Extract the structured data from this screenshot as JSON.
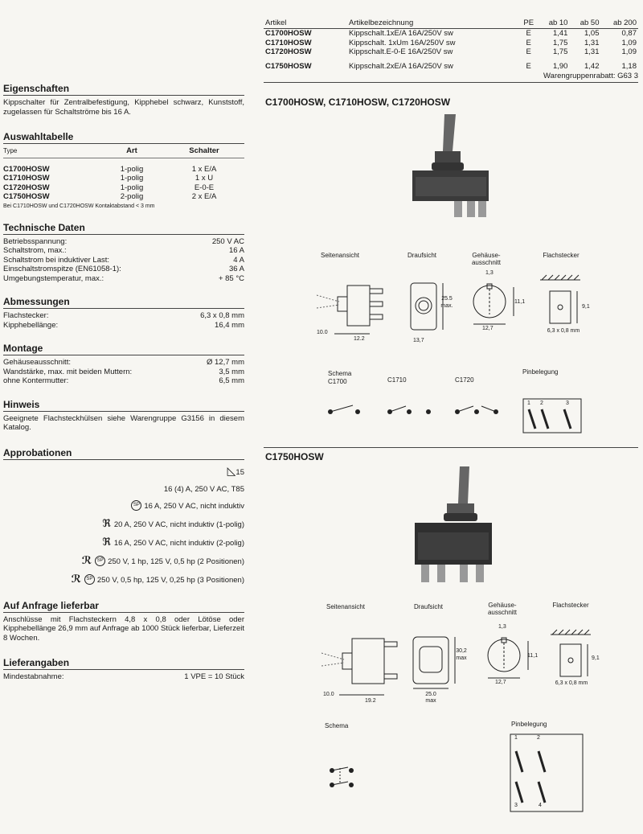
{
  "left": {
    "eigenschaften": {
      "title": "Eigenschaften",
      "text": "Kippschalter für Zentralbefestigung, Kipphebel schwarz, Kunststoff, zugelassen für Schaltströme bis 16 A."
    },
    "auswahl": {
      "title": "Auswahltabelle",
      "headers": [
        "Type",
        "Art",
        "Schalter"
      ],
      "rows": [
        [
          "C1700HOSW",
          "1-polig",
          "1 x E/A"
        ],
        [
          "C1710HOSW",
          "1-polig",
          "1 x U"
        ],
        [
          "C1720HOSW",
          "1-polig",
          "E-0-E"
        ],
        [
          "C1750HOSW",
          "2-polig",
          "2 x E/A"
        ]
      ],
      "note": "Bei C1710HOSW und C1720HOSW Kontaktabstand < 3 mm"
    },
    "technische": {
      "title": "Technische Daten",
      "rows": [
        [
          "Betriebsspannung:",
          "250 V AC"
        ],
        [
          "Schaltstrom, max.:",
          "16 A"
        ],
        [
          "Schaltstrom bei induktiver Last:",
          "4 A"
        ],
        [
          "Einschaltstromspitze (EN61058-1):",
          "36 A"
        ],
        [
          "Umgebungstemperatur, max.:",
          "+ 85 °C"
        ]
      ]
    },
    "abmessungen": {
      "title": "Abmessungen",
      "rows": [
        [
          "Flachstecker:",
          "6,3 x 0,8 mm"
        ],
        [
          "Kipphebellänge:",
          "16,4 mm"
        ]
      ]
    },
    "montage": {
      "title": "Montage",
      "rows": [
        [
          "Gehäuseausschnitt:",
          "Ø 12,7 mm"
        ],
        [
          "Wandstärke, max.   mit beiden Muttern:",
          "3,5 mm"
        ],
        [
          "ohne Kontermutter:",
          "6,5 mm"
        ]
      ]
    },
    "hinweis": {
      "title": "Hinweis",
      "text": "Geeignete Flachsteckhülsen siehe Warengruppe G3156 in diesem Katalog."
    },
    "approbationen": {
      "title": "Approbationen",
      "mark15": "15",
      "rows": [
        "16 (4) A, 250 V AC, T85",
        "16 A, 250 V AC, nicht induktiv",
        "20 A, 250 V AC, nicht induktiv (1-polig)",
        "16 A, 250 V AC, nicht induktiv (2-polig)",
        "250 V, 1 hp, 125 V, 0,5 hp (2 Positionen)",
        "250 V, 0,5 hp, 125 V, 0,25 hp (3 Positionen)"
      ]
    },
    "anfrage": {
      "title": "Auf Anfrage lieferbar",
      "text": "Anschlüsse mit Flachsteckern 4,8 x 0,8 oder Lötöse oder Kipphebellänge 26,9 mm auf Anfrage ab 1000 Stück lieferbar, Lieferzeit 8 Wochen."
    },
    "liefer": {
      "title": "Lieferangaben",
      "rows": [
        [
          "Mindestabnahme:",
          "1 VPE = 10 Stück"
        ]
      ]
    }
  },
  "price_table": {
    "headers": [
      "Artikel",
      "Artikelbezeichnung",
      "PE",
      "ab 10",
      "ab 50",
      "ab 200"
    ],
    "rows": [
      [
        "C1700HOSW",
        "Kippschalt.1xE/A 16A/250V sw",
        "E",
        "1,41",
        "1,05",
        "0,87"
      ],
      [
        "C1710HOSW",
        "Kippschalt. 1xUm 16A/250V sw",
        "E",
        "1,75",
        "1,31",
        "1,09"
      ],
      [
        "C1720HOSW",
        "Kippschalt.E-0-E 16A/250V sw",
        "E",
        "1,75",
        "1,31",
        "1,09"
      ],
      [
        "C1750HOSW",
        "Kippschalt.2xE/A 16A/250V sw",
        "E",
        "1,90",
        "1,42",
        "1,18"
      ]
    ],
    "rabatt": "Warengruppenrabatt: G63 3"
  },
  "prod1": {
    "title": "C1700HOSW, C1710HOSW, C1720HOSW",
    "views": [
      "Seitenansicht",
      "Draufsicht",
      "Gehäuse-ausschnitt",
      "Flachstecker"
    ],
    "dims": {
      "d1": "10.0",
      "d2": "12.2",
      "d3": "13,7",
      "d4": "25.5",
      "d4b": "max.",
      "d5": "1,3",
      "d6": "11,1",
      "d7": "12,7",
      "d8": "9,1",
      "d9": "6,3 x 0,8 mm"
    },
    "schema_title": "Schema",
    "schemas": [
      "C1700",
      "C1710",
      "C1720"
    ],
    "pin_title": "Pinbelegung",
    "pins": [
      "1",
      "2",
      "3"
    ]
  },
  "prod2": {
    "title": "C1750HOSW",
    "views": [
      "Seitenansicht",
      "Draufsicht",
      "Gehäuse-ausschnitt",
      "Flachstecker"
    ],
    "dims": {
      "d1": "10.0",
      "d2": "19.2",
      "d3": "25.0",
      "d3b": "max",
      "d4": "30,2",
      "d4b": "max",
      "d5": "1,3",
      "d6": "11,1",
      "d7": "12,7",
      "d8": "9,1",
      "d9": "6,3 x 0,8 mm"
    },
    "schema_title": "Schema",
    "pin_title": "Pinbelegung",
    "pins": [
      "1",
      "2",
      "3",
      "4"
    ]
  }
}
